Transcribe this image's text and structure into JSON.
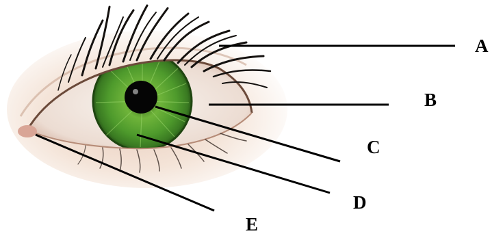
{
  "labels": {
    "a": "A",
    "b": "B",
    "c": "C",
    "d": "D",
    "e": "E"
  },
  "colors": {
    "iris": "#4e9a2c",
    "iris_light": "#8fcf5a",
    "pupil": "#050505",
    "sclera": "#f1ebe4",
    "skin": "#f4e6dc",
    "lashes": "#151210",
    "leader_line": "#000000"
  }
}
